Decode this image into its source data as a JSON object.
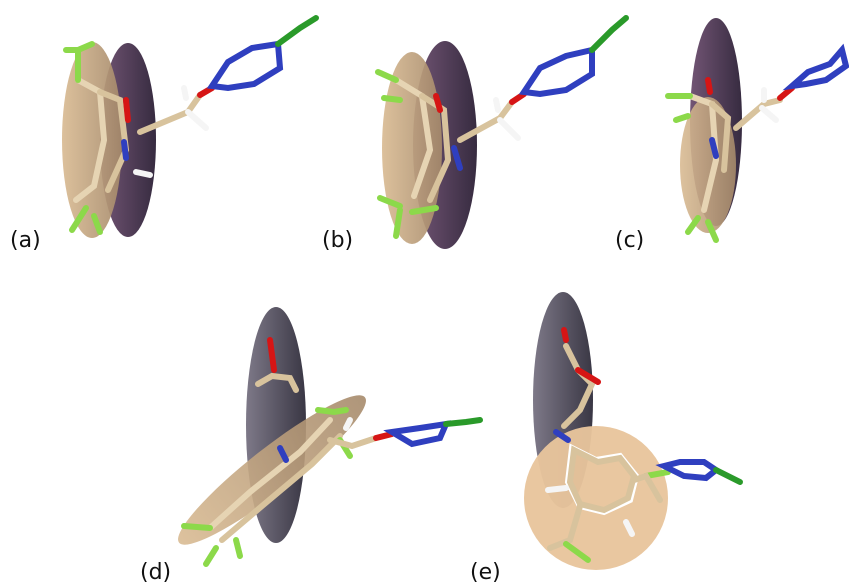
{
  "panels": [
    {
      "id": "a",
      "label": "(a)"
    },
    {
      "id": "b",
      "label": "(b)"
    },
    {
      "id": "c",
      "label": "(c)"
    },
    {
      "id": "d",
      "label": "(d)"
    },
    {
      "id": "e",
      "label": "(e)"
    }
  ],
  "colors": {
    "background": "#ffffff",
    "plane_tan": "#e8c9a0",
    "plane_purple": "#4a3550",
    "plane_dark": "#3e3b4a",
    "carbon": "#c8b48f",
    "nitrogen": "#2f3fbf",
    "oxygen": "#d11414",
    "hydrogen": "#f2f2f2",
    "fluorine_chlorine": "#7ed43f"
  }
}
